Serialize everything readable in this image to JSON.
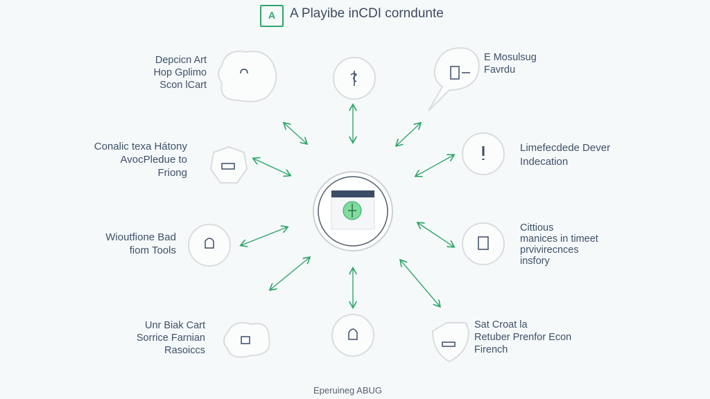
{
  "header": {
    "title": "A Playibe inCDI corndunte",
    "logo_letter": "A"
  },
  "nodes": [
    {
      "id": "top-left",
      "lines": [
        "Depcicn Art",
        "Hop Gplimo",
        "Scon lCart"
      ]
    },
    {
      "id": "top-right",
      "lines": [
        "E Mosulsug",
        "Favrdu"
      ]
    },
    {
      "id": "mid-left-upper",
      "lines": [
        "Conalic texa Hátony",
        "AvocPledue to",
        "Friong"
      ]
    },
    {
      "id": "mid-right-upper",
      "lines": [
        "Limefecdede Dever",
        "Indecation"
      ]
    },
    {
      "id": "mid-left-lower",
      "lines": [
        "Wioutfione Bad",
        "fiom Tools"
      ]
    },
    {
      "id": "mid-right-lower",
      "lines": [
        "Cittious",
        "manices in timeet",
        "prvivirecnces",
        "insfory"
      ]
    },
    {
      "id": "bottom-left",
      "lines": [
        "Unr Biak Cart",
        "Sorrice Farnian",
        "Rasoiccs"
      ]
    },
    {
      "id": "bottom-right",
      "lines": [
        "Sat Croat la",
        "Retuber Prenfor Econ",
        "Firench"
      ]
    }
  ],
  "footer": {
    "text": "Eperuineg ABUG"
  },
  "colors": {
    "accent": "#2ea66a",
    "text": "#3d5068",
    "outline": "#d8dde0"
  }
}
